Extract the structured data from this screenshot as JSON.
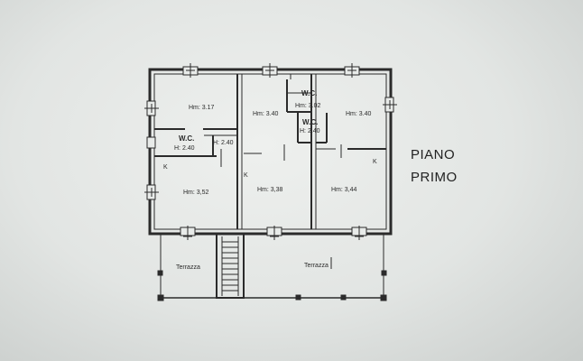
{
  "floor_title": [
    "PIANO",
    "PRIMO"
  ],
  "rooms": {
    "top_left": "Hm: 3.17",
    "top_mid": "Hm: 3.40",
    "top_right": "Hm: 3.40",
    "wc_mid_label": "W.C.",
    "wc_mid_h": "Hm: 3.02",
    "wc_right_label": "W.C.",
    "wc_right_h": "H: 2.40",
    "wc_left_label": "W.C.",
    "wc_left_h": "H: 2.40",
    "corridor_h": "H: 2.40",
    "bottom_left": "Hm: 3,52",
    "bottom_mid": "Hm: 3,38",
    "bottom_right": "Hm: 3,44",
    "kitchen_left": "K",
    "kitchen_mid": "K",
    "kitchen_right": "K"
  },
  "terraces": {
    "left": "Terrazza",
    "right": "Terrazza"
  }
}
